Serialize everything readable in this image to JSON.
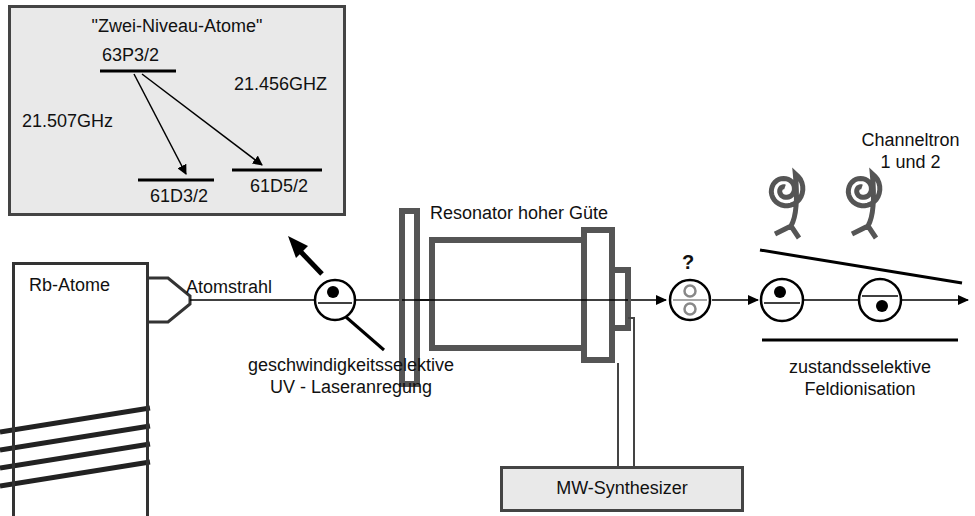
{
  "diagram": {
    "nodes": [
      {
        "text": [
          "\"Zwei-Niveau-Atome\""
        ]
      },
      {
        "text": [
          "Rb-Atome"
        ]
      },
      {
        "text": [
          "Resonator hoher Güte"
        ]
      },
      {
        "text": [
          "MW-Synthesizer"
        ]
      }
    ],
    "edges": [
      {
        "from": 3,
        "to": 2,
        "arrow": "none"
      }
    ],
    "labels": [
      "21.507GHz",
      "21.456GHZ",
      "63P3/2",
      "61D3/2",
      "61D5/2",
      "Atomstrahl",
      "geschwindigkeitsselektive UV - Laseranregung",
      "?",
      "Channeltron 1 und 2",
      "zustandsselektive Feldionisation"
    ]
  }
}
